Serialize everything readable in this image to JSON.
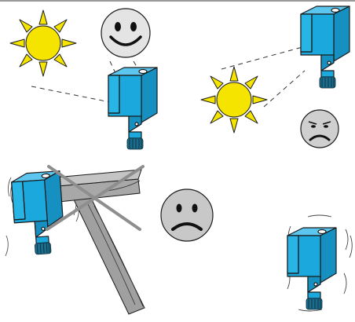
{
  "colors": {
    "sun": "#f5e400",
    "sensor": "#1ba9dd",
    "face_face": "#e0e0e0",
    "face_dark": "#c8c8c8",
    "cross": "#8e8e8e",
    "hammer": "#a0a0a0",
    "connector": "#1b6b8a",
    "outline": "#1a1a1a",
    "page_rule": "#9a9a9a"
  },
  "panels": [
    {
      "name": "sun-from-front-ok",
      "mood": "happy"
    },
    {
      "name": "sun-from-side-bad",
      "mood": "sad"
    },
    {
      "name": "mechanical-impact-bad",
      "mood": "sad"
    },
    {
      "name": "vibration",
      "mood": "none"
    }
  ],
  "icons": [
    "sun-icon",
    "smiley-happy-icon",
    "smiley-sad-icon",
    "sensor-icon",
    "hammer-icon",
    "cross-out-icon"
  ]
}
